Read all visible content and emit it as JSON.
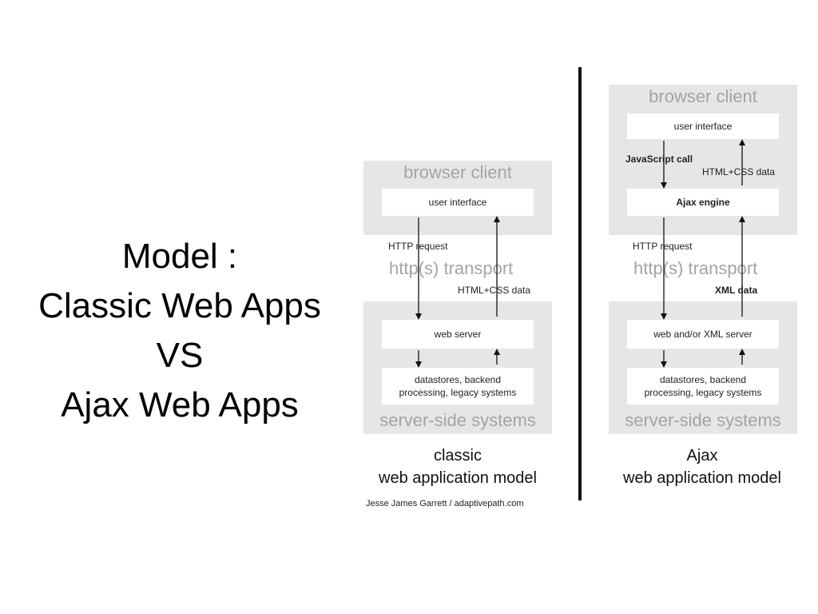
{
  "title": {
    "line1": "Model :",
    "line2": "Classic Web Apps",
    "line3": "VS",
    "line4": "Ajax Web Apps"
  },
  "classic": {
    "browser_label": "browser client",
    "user_interface": "user interface",
    "http_request": "HTTP request",
    "transport": "http(s) transport",
    "response": "HTML+CSS data",
    "web_server": "web server",
    "datastores_line1": "datastores, backend",
    "datastores_line2": "processing, legacy systems",
    "server_label": "server-side systems",
    "caption_line1": "classic",
    "caption_line2": "web application model",
    "credit": "Jesse James Garrett / adaptivepath.com"
  },
  "ajax": {
    "browser_label": "browser client",
    "user_interface": "user interface",
    "js_call": "JavaScript call",
    "ui_response": "HTML+CSS data",
    "engine": "Ajax engine",
    "http_request": "HTTP request",
    "transport": "http(s) transport",
    "response": "XML data",
    "web_server": "web and/or XML server",
    "datastores_line1": "datastores, backend",
    "datastores_line2": "processing, legacy systems",
    "server_label": "server-side systems",
    "caption_line1": "Ajax",
    "caption_line2": "web application model"
  }
}
